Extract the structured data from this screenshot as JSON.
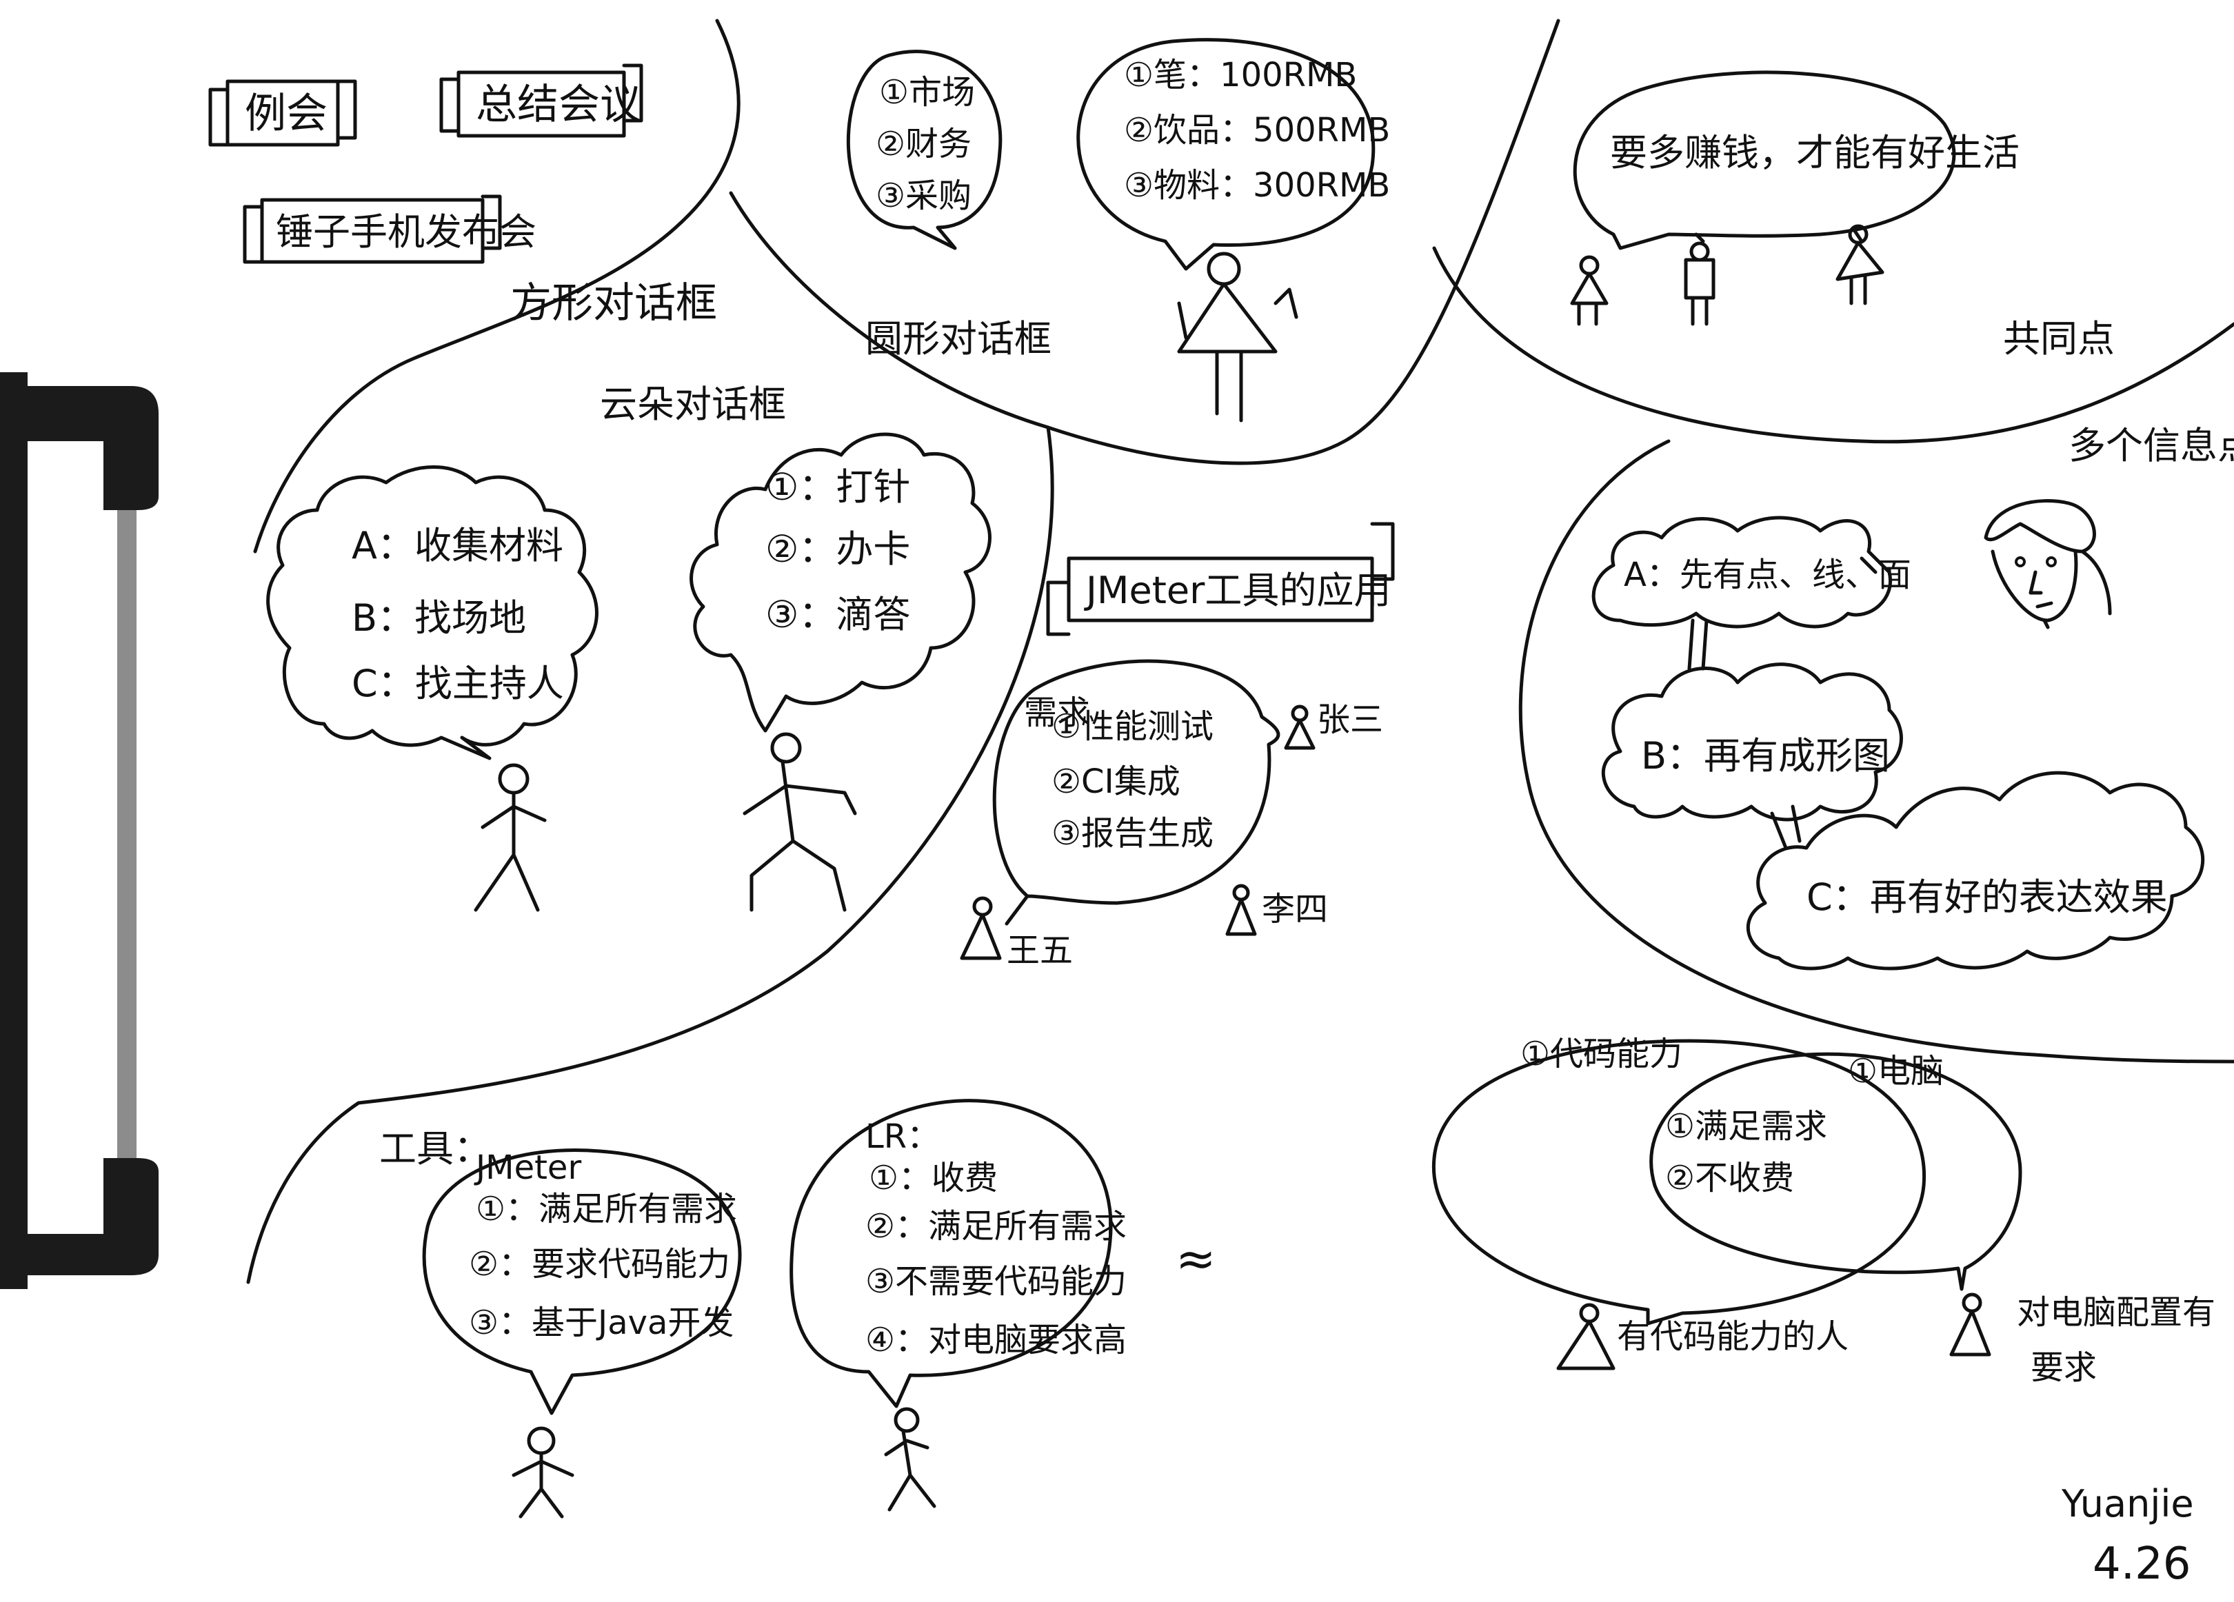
{
  "colors": {
    "ink": "#111111",
    "paper": "#ffffff",
    "clip": "#1b1b1b",
    "clip_rod": "#8c8c8c"
  },
  "square_section": {
    "label": "方形对话框",
    "banners": [
      "例会",
      "总结会议",
      "锤子手机发布会"
    ]
  },
  "round_section": {
    "label": "圆形对话框",
    "bubble_a": [
      "①市场",
      "②财务",
      "③采购"
    ],
    "bubble_b": [
      "①笔：100RMB",
      "②饮品：500RMB",
      "③物料：300RMB"
    ]
  },
  "cloud_section": {
    "label": "云朵对话框",
    "cloud_a": [
      "A：收集材料",
      "B：找场地",
      "C：找主持人"
    ],
    "cloud_b": [
      "①：打针",
      "②：办卡",
      "③：滴答"
    ]
  },
  "jmeter_section": {
    "banner": "JMeter工具的应用",
    "bubble_title": "需求",
    "bubble_items": [
      "①性能测试",
      "②CI集成",
      "③报告生成"
    ],
    "names": [
      "张三",
      "李四",
      "王五"
    ]
  },
  "common_section": {
    "label": "共同点",
    "bubble": "要多赚钱，才能有好生活"
  },
  "multi_section": {
    "label": "多个信息点",
    "clouds": [
      "A：先有点、线、面",
      "B：再有成形图",
      "C：再有好的表达效果"
    ]
  },
  "tools_section": {
    "label": "工具：",
    "bubble_a_title": "JMeter",
    "bubble_a": [
      "①：满足所有需求",
      "②：要求代码能力",
      "③：基于Java开发"
    ],
    "bubble_b_title": "LR：",
    "bubble_b": [
      "①：收费",
      "②：满足所有需求",
      "③不需要代码能力",
      "④：对电脑要求高"
    ],
    "approx": "≈"
  },
  "venn_section": {
    "left_top": "①代码能力",
    "right_top": "①电脑",
    "overlap": [
      "①满足需求",
      "②不收费"
    ],
    "person_left": "有代码能力的人",
    "person_right": [
      "对电脑配置有",
      "要求"
    ]
  },
  "signature": {
    "name": "Yuanjie",
    "date": "4.26"
  }
}
